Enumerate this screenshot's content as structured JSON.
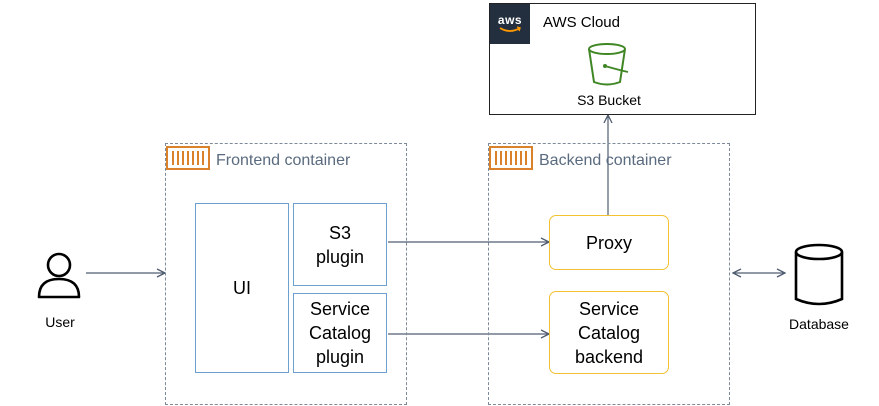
{
  "aws_cloud": {
    "logo_text": "aws",
    "title": "AWS Cloud",
    "bucket_label": "S3 Bucket"
  },
  "frontend": {
    "label": "Frontend container",
    "ui_label": "UI",
    "s3_plugin_label": "S3\nplugin",
    "service_catalog_plugin_label": "Service\nCatalog\nplugin"
  },
  "backend": {
    "label": "Backend container",
    "proxy_label": "Proxy",
    "service_catalog_backend_label": "Service\nCatalog\nbackend"
  },
  "user": {
    "label": "User"
  },
  "database": {
    "label": "Database"
  },
  "colors": {
    "container_border": "#7d8a9a",
    "container_label": "#5a6b7f",
    "container_icon": "#d9822b",
    "component_blue": "#6ea0cf",
    "component_yellow": "#f2c230",
    "s3_green": "#3f8624",
    "aws_dark": "#232f3e",
    "arrow": "#4f5d70"
  }
}
